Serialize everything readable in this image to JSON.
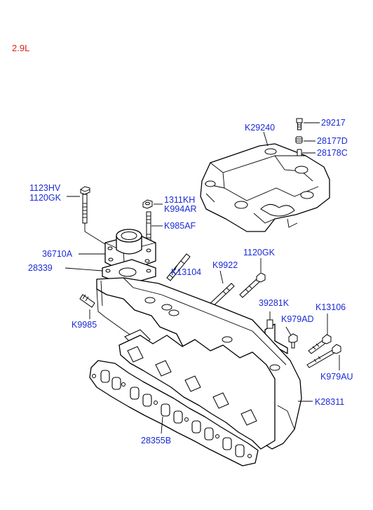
{
  "engine_label": "2.9L",
  "callouts": {
    "p29217": "29217",
    "k29240": "K29240",
    "p28177d": "28177D",
    "p28178c": "28178C",
    "p1123hv": "1123HV",
    "p1120gk_a": "1120GK",
    "p1311kh": "1311KH",
    "k994ar": "K994AR",
    "k985af": "K985AF",
    "p36710a": "36710A",
    "p28339": "28339",
    "k13104": "K13104",
    "k9922": "K9922",
    "p1120gk_b": "1120GK",
    "p39281k": "39281K",
    "k13106": "K13106",
    "k979ad": "K979AD",
    "k9985": "K9985",
    "k979au": "K979AU",
    "k28311": "K28311",
    "p28355b": "28355B"
  },
  "colors": {
    "label_text": "#1a2ad6",
    "engine_text": "#e0201a",
    "line_art": "#000000",
    "background": "#ffffff"
  }
}
